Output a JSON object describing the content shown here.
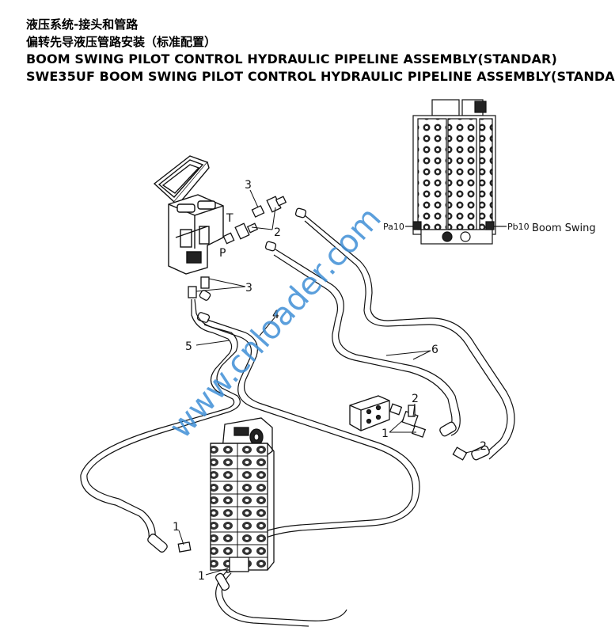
{
  "titles": {
    "cn1": "液压系统-接头和管路",
    "cn2": "偏转先导液压管路安装（标准配置）",
    "en1": "BOOM SWING PILOT CONTROL HYDRAULIC PIPELINE ASSEMBLY(STANDAR)",
    "en2": "SWE35UF BOOM SWING PILOT CONTROL HYDRAULIC PIPELINE ASSEMBLY(STANDA"
  },
  "callouts": {
    "n1a": "1",
    "n1b": "1",
    "n1c": "1",
    "n2a": "2",
    "n2b": "2",
    "n2c": "2",
    "n3a": "3",
    "n3b": "3",
    "n4": "4",
    "n5": "5",
    "n6": "6",
    "port_t": "T",
    "port_p": "P"
  },
  "valve_inset": {
    "pa": "Pa10",
    "pb": "Pb10",
    "function": "Boom Swing"
  },
  "watermark": "www.cnloader.com"
}
